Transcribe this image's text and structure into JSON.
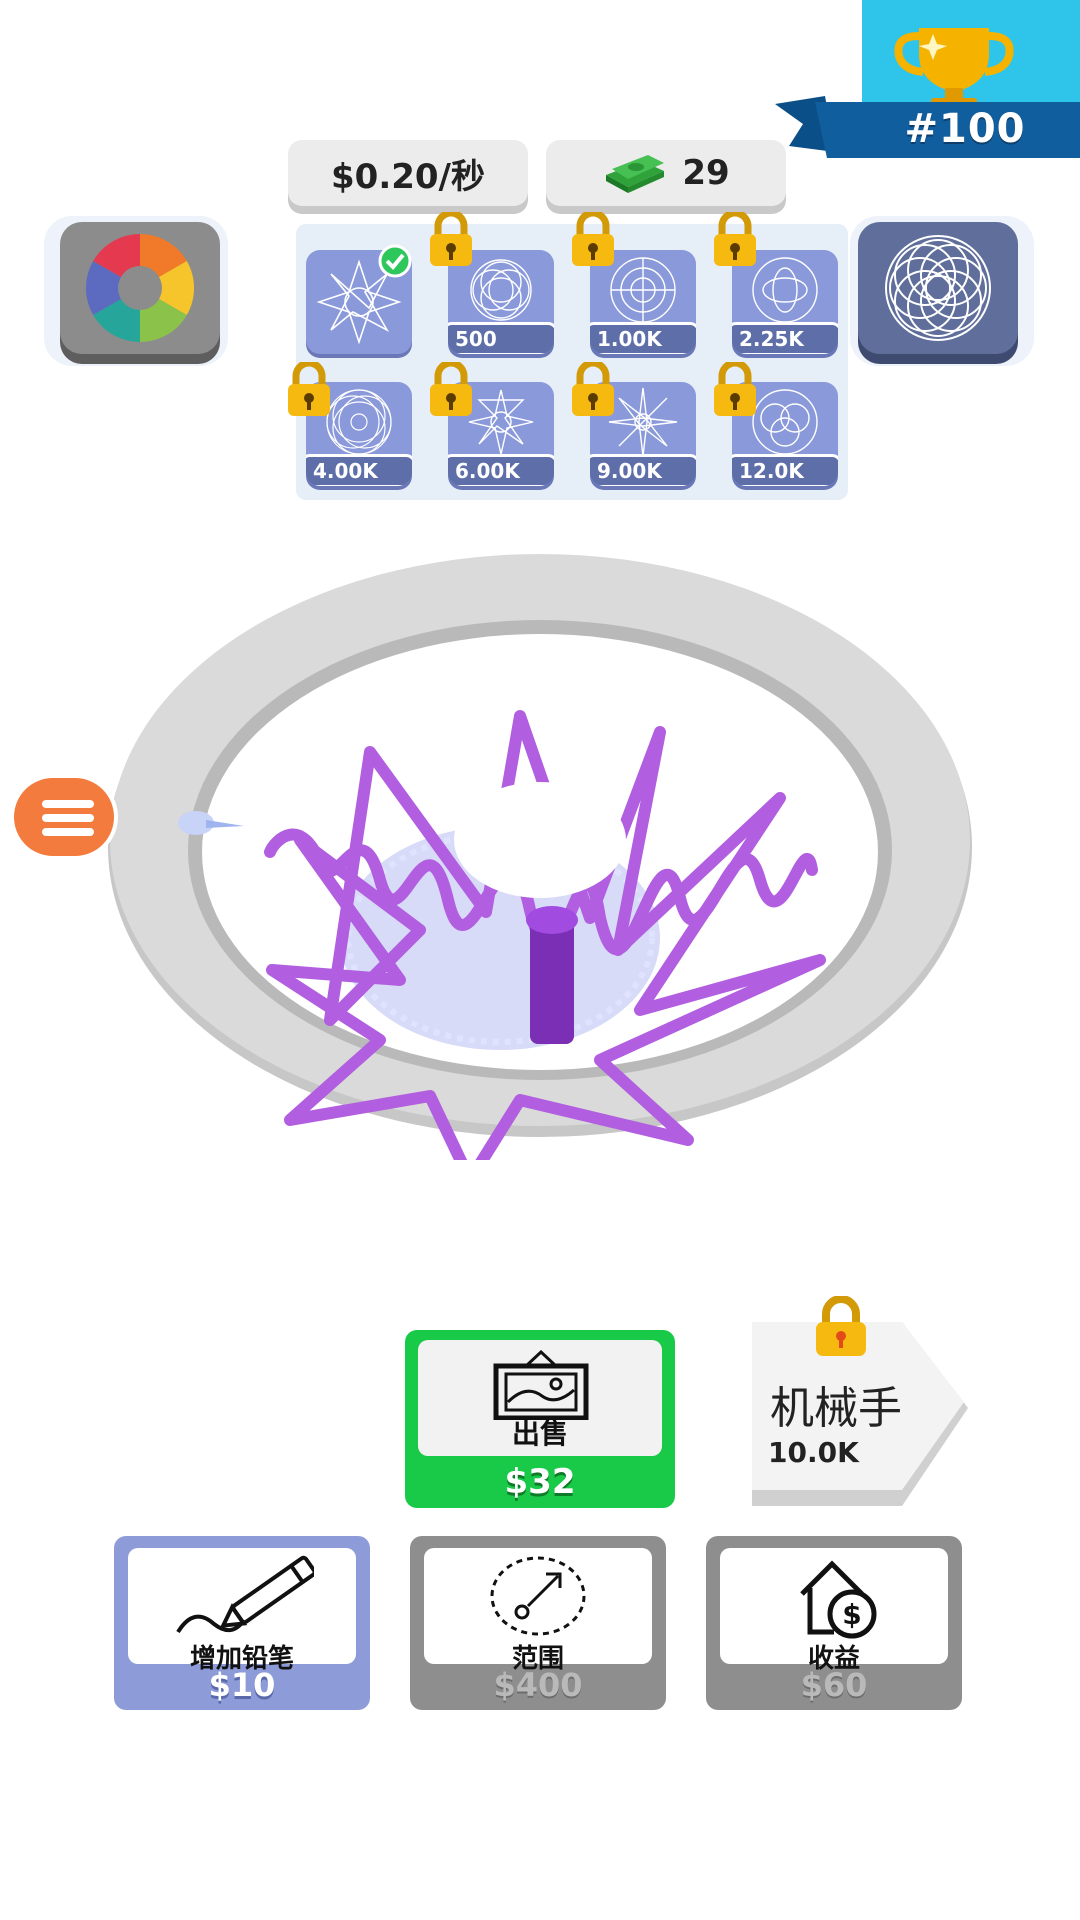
{
  "rank": {
    "label": "#100",
    "icon": "trophy-icon"
  },
  "stats": {
    "rate": "$0.20/秒",
    "cash": "29",
    "cash_icon": "money-stack-icon"
  },
  "side_buttons": {
    "color_icon": "color-wheel-icon",
    "preview_icon": "spirograph-preview-icon"
  },
  "patterns": [
    {
      "price": "",
      "selected": true,
      "locked": false
    },
    {
      "price": "500",
      "locked": true
    },
    {
      "price": "1.00K",
      "locked": true
    },
    {
      "price": "2.25K",
      "locked": true
    },
    {
      "price": "4.00K",
      "locked": true
    },
    {
      "price": "6.00K",
      "locked": true
    },
    {
      "price": "9.00K",
      "locked": true
    },
    {
      "price": "12.0K",
      "locked": true
    }
  ],
  "menu": {
    "icon": "hamburger-menu-icon"
  },
  "sell": {
    "label": "出售",
    "price": "$32",
    "icon": "framed-picture-icon"
  },
  "robot_arm": {
    "title": "机械手",
    "price": "10.0K",
    "locked": true
  },
  "upgrades": {
    "pencil": {
      "label": "增加铅笔",
      "price": "$10"
    },
    "range": {
      "label": "范围",
      "price": "$400"
    },
    "income": {
      "label": "收益",
      "price": "$60"
    }
  },
  "colors": {
    "pattern_stroke": "#b15ee0",
    "sell_green": "#19c948",
    "pencil_blue": "#8d9bd9",
    "menu_orange": "#f47b3e",
    "rank_blue": "#2fc4ea"
  }
}
